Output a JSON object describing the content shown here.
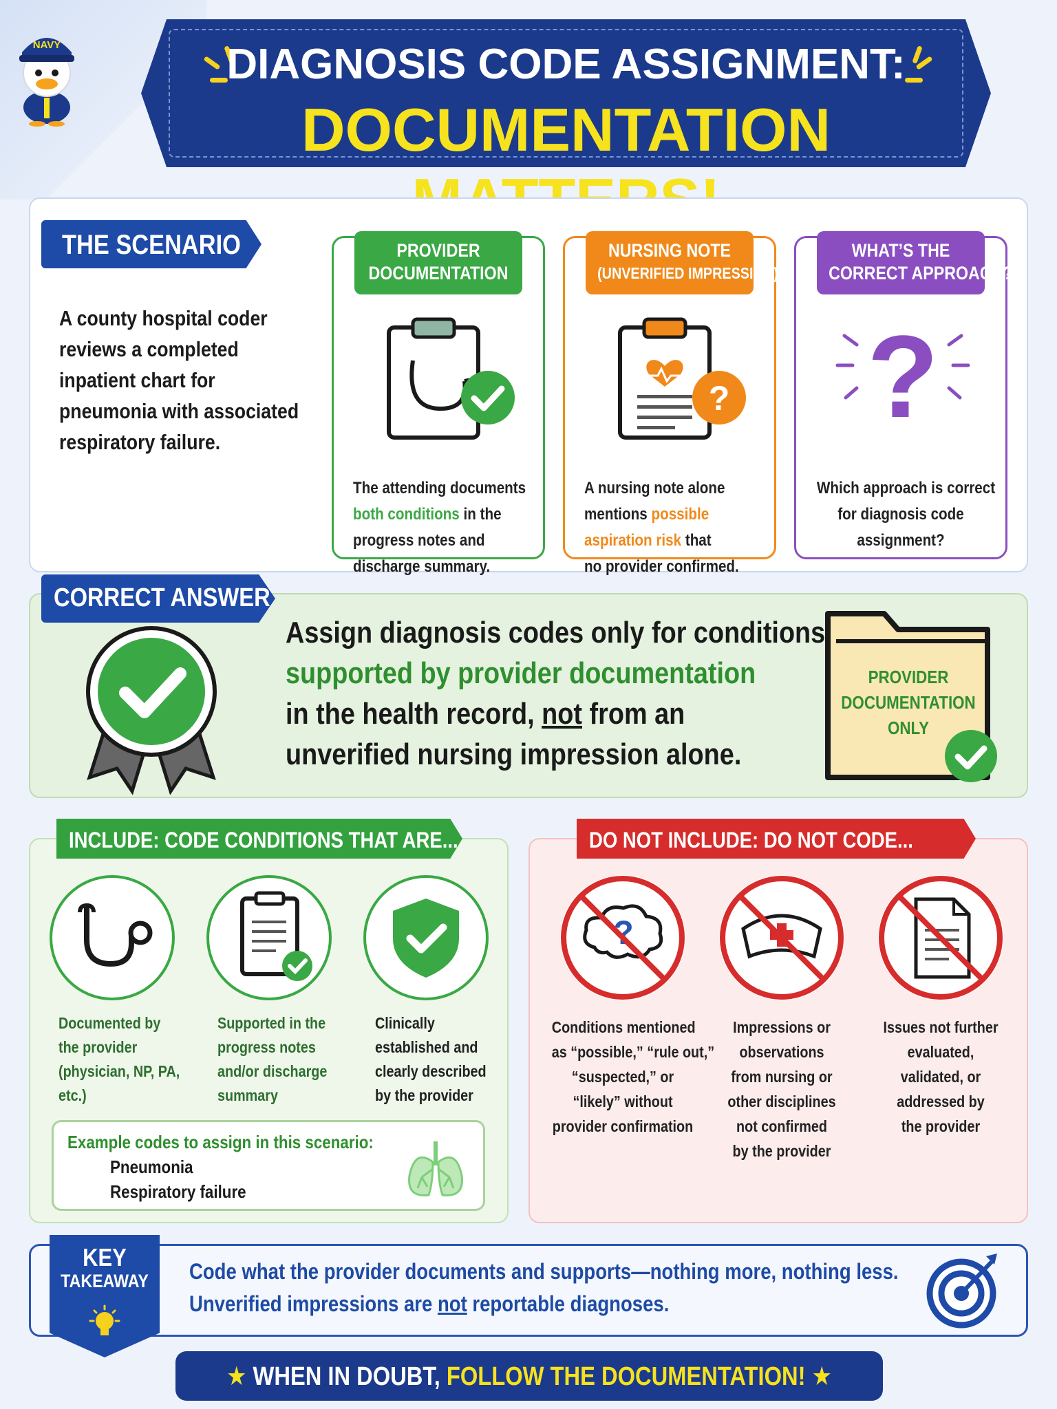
{
  "header": {
    "mascot_cap": "NAVY",
    "title_line1": "DIAGNOSIS CODE ASSIGNMENT:",
    "title_line2": "DOCUMENTATION MATTERS!"
  },
  "scenario": {
    "tag": "THE SCENARIO",
    "lines": [
      "A county hospital coder",
      "reviews a completed",
      "inpatient chart for",
      "pneumonia with associated",
      "respiratory failure."
    ]
  },
  "cards": {
    "provider": {
      "title_line1": "PROVIDER",
      "title_line2": "DOCUMENTATION",
      "text_a": "The attending documents",
      "text_hl": "both conditions",
      "text_b": " in the",
      "text_c": "progress notes and",
      "text_d": "discharge summary."
    },
    "nursing": {
      "title_line1": "NURSING NOTE",
      "title_line2": "(UNVERIFIED IMPRESSION)",
      "text_a": "A nursing note alone",
      "text_b": "mentions ",
      "text_hl1": "possible",
      "text_hl2": "aspiration risk",
      "text_c": " that",
      "text_d": "no provider confirmed."
    },
    "approach": {
      "title_line1": "WHAT’S THE",
      "title_line2": "CORRECT APPROACH?",
      "lines": [
        "Which approach is correct",
        "for diagnosis code",
        "assignment?"
      ]
    }
  },
  "answer": {
    "tag": "CORRECT ANSWER",
    "line1": "Assign diagnosis codes only for conditions",
    "line2": "supported by provider documentation",
    "line3a": "in the health record, ",
    "line3b": "not",
    "line3c": " from an",
    "line4": "unverified nursing impression alone.",
    "folder_lines": [
      "PROVIDER",
      "DOCUMENTATION",
      "ONLY"
    ]
  },
  "include": {
    "tag": "INCLUDE: CODE CONDITIONS THAT ARE...",
    "items": [
      {
        "lines": [
          "Documented by",
          "the provider",
          "(physician, NP, PA,",
          "etc.)"
        ]
      },
      {
        "lines": [
          "Supported in the",
          "progress notes",
          "and/or discharge",
          "summary"
        ]
      },
      {
        "lines": [
          "Clinically",
          "established and",
          "clearly described",
          "by the provider"
        ]
      }
    ],
    "example_label": "Example codes to assign in this scenario:",
    "example_codes": [
      "Pneumonia",
      "Respiratory failure"
    ]
  },
  "exclude": {
    "tag": "DO NOT INCLUDE: DO NOT CODE...",
    "items": [
      {
        "lines": [
          "Conditions mentioned",
          "as “possible,” “rule out,”",
          "“suspected,” or",
          "“likely” without",
          "provider confirmation"
        ]
      },
      {
        "lines": [
          "Impressions or",
          "observations",
          "from nursing or",
          "other disciplines",
          "not confirmed",
          "by the provider"
        ]
      },
      {
        "lines": [
          "Issues not further",
          "evaluated,",
          "validated, or",
          "addressed by",
          "the provider"
        ]
      }
    ]
  },
  "takeaway": {
    "badge_line1": "KEY",
    "badge_line2": "TAKEAWAY",
    "line1": "Code what the provider documents and supports—nothing more, nothing less.",
    "line2a": "Unverified impressions are ",
    "line2b": "not",
    "line2c": " reportable diagnoses."
  },
  "footer": {
    "star_left": "★",
    "part1": " WHEN IN DOUBT, ",
    "part2": "FOLLOW THE DOCUMENTATION!",
    "star_right": " ★"
  },
  "colors": {
    "navy": "#1c3a8c",
    "yellow": "#f6e21d",
    "green": "#3aa844",
    "orange": "#f0891a",
    "purple": "#8a4ec1",
    "red": "#d62c2c",
    "blue": "#1e4aa8"
  },
  "icons": [
    "duck-mascot-icon",
    "clipboard-stethoscope-icon",
    "check-badge-icon",
    "clipboard-heart-icon",
    "question-badge-icon",
    "question-mark-icon",
    "award-ribbon-icon",
    "folder-icon",
    "stethoscope-icon",
    "clipboard-check-icon",
    "shield-check-icon",
    "lungs-icon",
    "thought-cloud-question-icon",
    "nurse-cap-icon",
    "document-icon",
    "prohibited-icon",
    "lightbulb-icon",
    "target-arrow-icon"
  ]
}
